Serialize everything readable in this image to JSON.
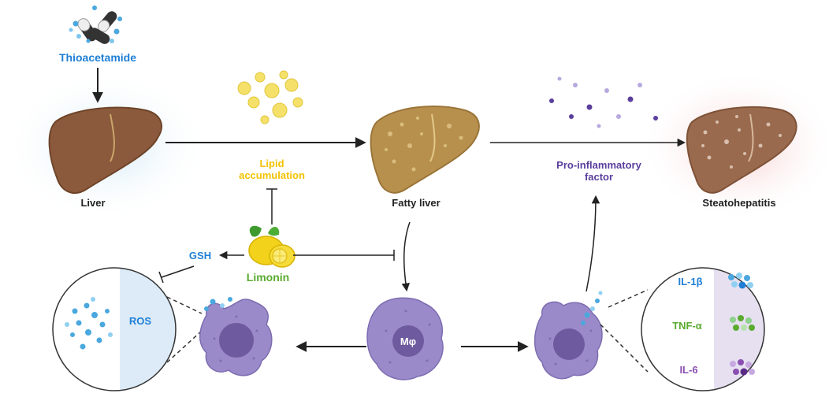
{
  "labels": {
    "thioacetamide": "Thioacetamide",
    "liver": "Liver",
    "lipid_line1": "Lipid",
    "lipid_line2": "accumulation",
    "fatty_liver": "Fatty liver",
    "proinflam_line1": "Pro-inflammatory",
    "proinflam_line2": "factor",
    "steatohepatitis": "Steatohepatitis",
    "gsh": "GSH",
    "limonin": "Limonin",
    "ros": "ROS",
    "macrophage": "Mφ",
    "il1b": "IL-1β",
    "tnfa": "TNF-α",
    "il6": "IL-6"
  },
  "colors": {
    "blue_text": "#1f7fd6",
    "yellow_text": "#f2c200",
    "green_text": "#5aab2e",
    "purple_text": "#5a3e9e",
    "il6_text": "#8a4fb0",
    "liver": "#8b5a3c",
    "fatty_liver": "#b8904e",
    "steato_liver": "#9a6a4e",
    "macrophage": "#9b8ac9",
    "nucleus": "#6e5a9e"
  }
}
